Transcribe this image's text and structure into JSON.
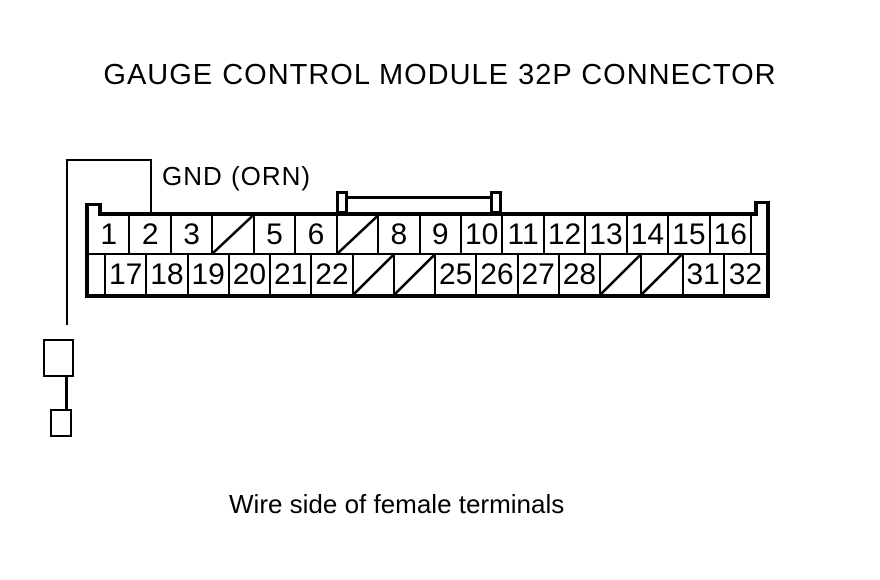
{
  "title": "GAUGE CONTROL MODULE 32P CONNECTOR",
  "wire_label": "GND (ORN)",
  "caption": "Wire side of female terminals",
  "colors": {
    "ink": "#000000",
    "paper": "#ffffff"
  },
  "connector": {
    "rows": [
      {
        "name": "top",
        "cells": [
          "1",
          "2",
          "3",
          "/",
          "5",
          "6",
          "/",
          "8",
          "9",
          "10",
          "11",
          "12",
          "13",
          "14",
          "15",
          "16",
          ""
        ]
      },
      {
        "name": "bottom",
        "cells": [
          "",
          "17",
          "18",
          "19",
          "20",
          "21",
          "22",
          "/",
          "/",
          "25",
          "26",
          "27",
          "28",
          "/",
          "/",
          "31",
          "32"
        ]
      }
    ]
  }
}
